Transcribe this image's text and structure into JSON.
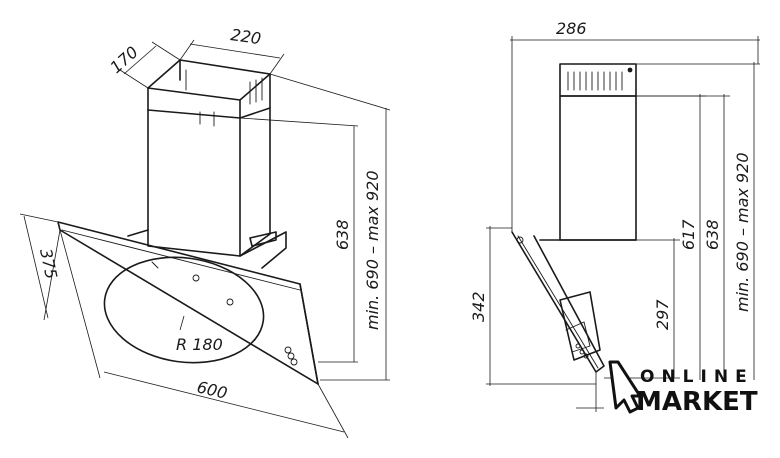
{
  "front_view": {
    "dim_width_top": "220",
    "dim_depth_top": "170",
    "dim_chimney_height": "638",
    "dim_total_height": "min. 690 – max 920",
    "dim_glass_height": "375",
    "dim_glass_width": "600",
    "dim_radius": "R 180"
  },
  "side_view": {
    "dim_depth": "286",
    "dim_glass_height": "342",
    "dim_297": "297",
    "dim_617": "617",
    "dim_638": "638",
    "dim_total_height": "min. 690 – max 920"
  },
  "logo": {
    "line1": "ONLINE",
    "line2": "MARKET",
    "icon": "cursor-arrow-icon"
  }
}
